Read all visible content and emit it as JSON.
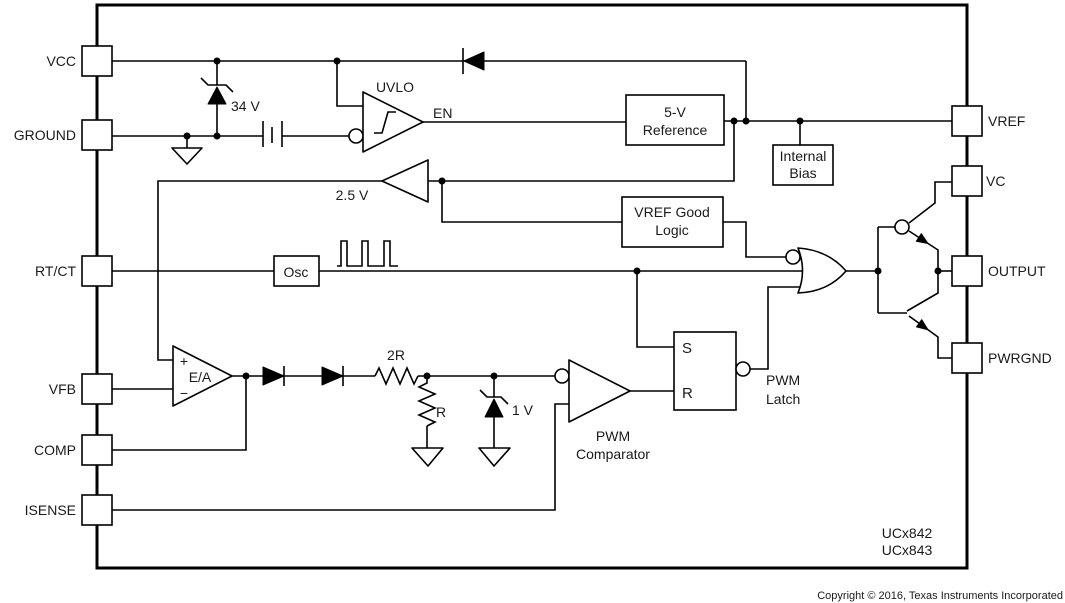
{
  "pins": {
    "left": [
      {
        "label": "VCC"
      },
      {
        "label": "GROUND"
      },
      {
        "label": "RT/CT"
      },
      {
        "label": "VFB"
      },
      {
        "label": "COMP"
      },
      {
        "label": "ISENSE"
      }
    ],
    "right": [
      {
        "label": "VREF"
      },
      {
        "label": "VC"
      },
      {
        "label": "OUTPUT"
      },
      {
        "label": "PWRGND"
      }
    ]
  },
  "blocks": {
    "uvlo": "UVLO",
    "en": "EN",
    "reference": {
      "line1": "5-V",
      "line2": "Reference"
    },
    "internal_bias": {
      "line1": "Internal",
      "line2": "Bias"
    },
    "vref_good": {
      "line1": "VREF Good",
      "line2": "Logic"
    },
    "osc": "Osc",
    "error_amp": {
      "plus": "+",
      "label": "E/A",
      "minus": "−"
    },
    "buffer": "2.5 V",
    "zener_vcc": "34 V",
    "zener_1v": "1 V",
    "resistor_2r": "2R",
    "resistor_r": "R",
    "pwm_comparator": {
      "line1": "PWM",
      "line2": "Comparator"
    },
    "pwm_latch": {
      "line1": "PWM",
      "line2": "Latch"
    },
    "latch": {
      "s": "S",
      "r": "R"
    },
    "part": {
      "line1": "UCx842",
      "line2": "UCx843"
    }
  },
  "footer": {
    "copyright": "Copyright © 2016, Texas Instruments Incorporated"
  },
  "colors": {
    "line": "#000000",
    "background": "#ffffff"
  }
}
